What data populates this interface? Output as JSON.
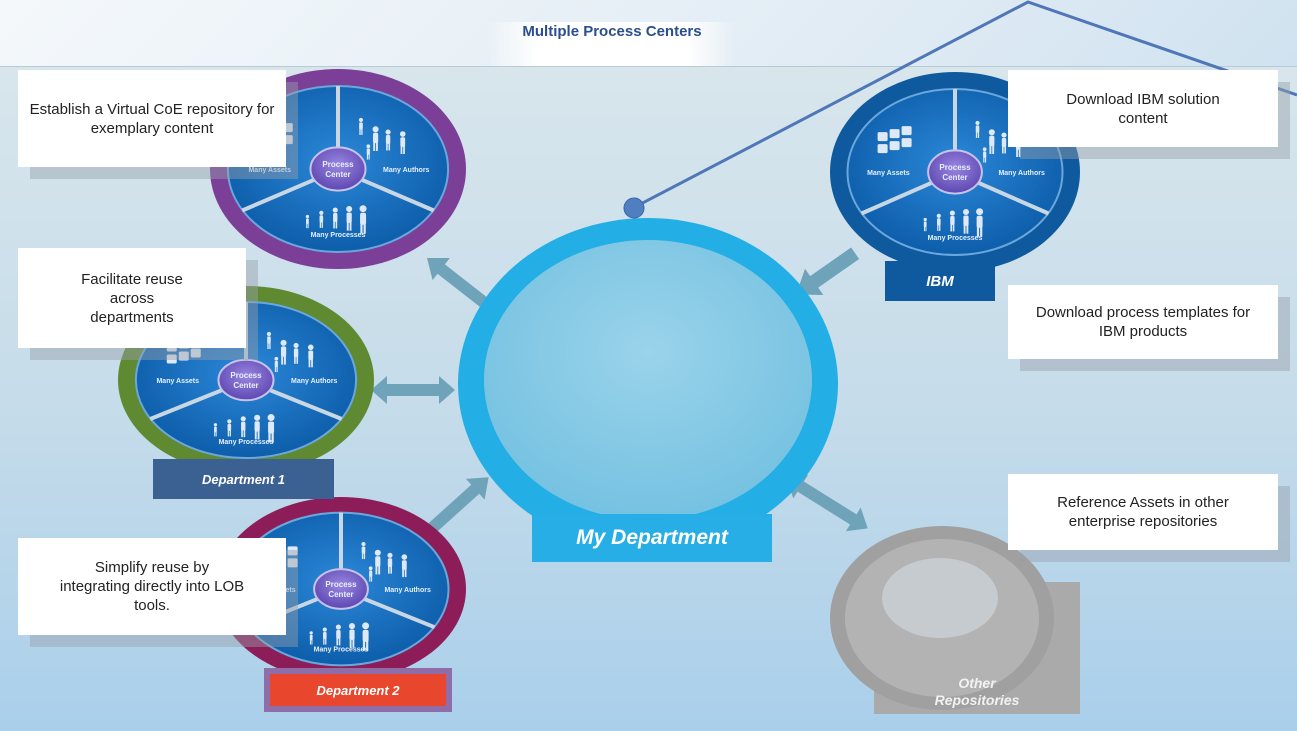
{
  "title": "Multiple Process Centers",
  "center": {
    "label": "My Department"
  },
  "process_center": {
    "center_line1": "Process",
    "center_line2": "Center",
    "assets": "Many Assets",
    "authors": "Many Authors",
    "processes": "Many Processes"
  },
  "labels": {
    "dept1": "Department 1",
    "dept2": "Department 2",
    "ibm": "IBM",
    "other": "Other Repositories"
  },
  "callouts": {
    "coe": "Establish a Virtual CoE repository for exemplary content",
    "reuse": "Facilitate reuse across departments",
    "lob": "Simplify reuse by integrating directly into LOB tools.",
    "ibm_solution": "Download IBM solution content",
    "ibm_templates": "Download process templates for IBM products",
    "reference": "Reference Assets in other enterprise repositories"
  },
  "colors": {
    "purple_ring": "#7b3f98",
    "green_ring": "#5f8a32",
    "maroon_ring": "#8c1d58",
    "ibm_ring": "#0f5a9e",
    "center_ring": "#29b1e8",
    "gray_ring": "#a6a6a6",
    "dept1_box": "#3a6191",
    "dept2_box": "#e8462d",
    "arrow": "#6fa3ba"
  }
}
